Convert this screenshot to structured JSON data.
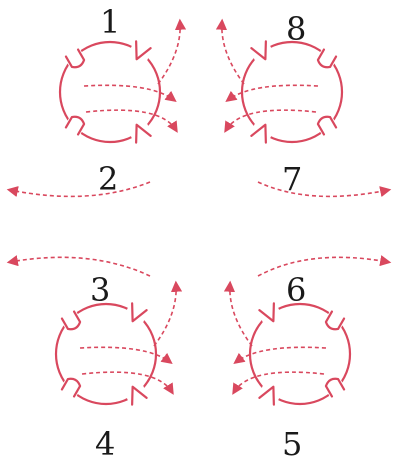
{
  "colors": {
    "accent": "#d9485e",
    "text": "#1a1a1a"
  },
  "labels": {
    "n1": "1",
    "n2": "2",
    "n3": "3",
    "n4": "4",
    "n5": "5",
    "n6": "6",
    "n7": "7",
    "n8": "8"
  }
}
